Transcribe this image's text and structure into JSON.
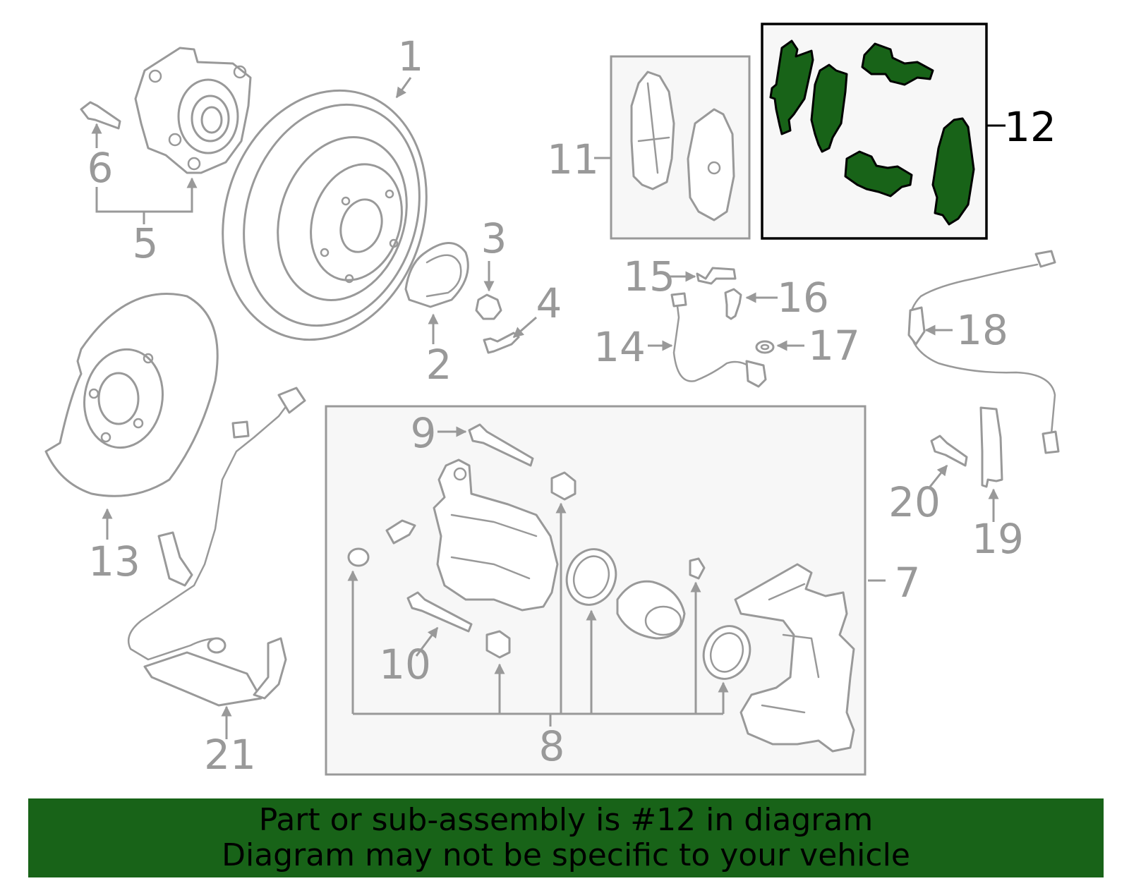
{
  "callouts": {
    "c1": "1",
    "c2": "2",
    "c3": "3",
    "c4": "4",
    "c5": "5",
    "c6": "6",
    "c7": "7",
    "c8": "8",
    "c9": "9",
    "c10": "10",
    "c11": "11",
    "c12": "12",
    "c13": "13",
    "c14": "14",
    "c15": "15",
    "c16": "16",
    "c17": "17",
    "c18": "18",
    "c19": "19",
    "c20": "20",
    "c21": "21"
  },
  "highlighted_part": "12",
  "colors": {
    "highlight_green": "#186318",
    "part_gray": "#999999",
    "box_fill": "#f7f7f7"
  },
  "banner": {
    "line1": "Part or sub-assembly is #12 in diagram",
    "line2": "Diagram may not be specific to your vehicle"
  }
}
